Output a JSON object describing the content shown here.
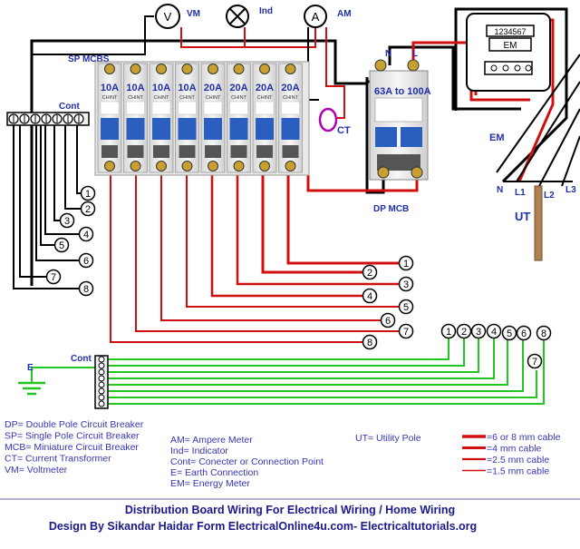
{
  "labels": {
    "vm": "VM",
    "ind": "Ind",
    "am": "AM",
    "sp_mcbs": "SP MCBS",
    "cont_top": "Cont",
    "cont_bottom": "Cont",
    "ct": "CT",
    "dp_mcb": "DP MCB",
    "dp_rating": "63A to 100A",
    "n": "N",
    "l": "L",
    "em_box": "EM",
    "em_side": "EM",
    "meter_reading": "1234567",
    "ut": "UT",
    "pole_n": "N",
    "pole_l1": "L1",
    "pole_l2": "L2",
    "pole_l3": "L3",
    "e": "E",
    "volt_symbol": "V",
    "amp_symbol": "A"
  },
  "mcb_ratings": [
    "10A",
    "10A",
    "10A",
    "10A",
    "20A",
    "20A",
    "20A",
    "20A"
  ],
  "mcb_brand": "CHINT",
  "left_numbers": [
    "1",
    "2",
    "3",
    "4",
    "5",
    "6",
    "7",
    "8"
  ],
  "right_numbers": [
    "1",
    "2",
    "3",
    "4",
    "5",
    "6",
    "7",
    "8"
  ],
  "earth_numbers": [
    "1",
    "2",
    "3",
    "4",
    "5",
    "6",
    "7",
    "8"
  ],
  "legend": {
    "col1": [
      "DP= Double Pole Circuit Breaker",
      "SP= Single Pole Circuit Breaker",
      "MCB= Miniature Circuit Breaker",
      "CT= Current Transformer",
      "VM= Voltmeter"
    ],
    "col2": [
      "AM= Ampere Meter",
      "Ind= Indicator",
      "Cont= Conecter or Connection Point",
      "E= Earth Connection",
      "EM= Energy Meter"
    ],
    "col3": [
      "UT= Utility Pole"
    ],
    "cables": [
      {
        "label": "=6 or 8 mm cable",
        "color": "#d01010"
      },
      {
        "label": "=4 mm cable",
        "color": "#d01010"
      },
      {
        "label": "=2.5 mm cable",
        "color": "#d01010"
      },
      {
        "label": "=1.5 mm cable",
        "color": "#d01010"
      }
    ]
  },
  "footer": {
    "line1": "Distribution Board Wiring For Electrical Wiring / Home Wiring",
    "line2": "Design By Sikandar Haidar Form ElectricalOnline4u.com- Electricaltutorials.org"
  },
  "colors": {
    "phase": "#d01010",
    "neutral": "#000000",
    "earth": "#22c522",
    "label_blue": "#1f2fa8"
  }
}
